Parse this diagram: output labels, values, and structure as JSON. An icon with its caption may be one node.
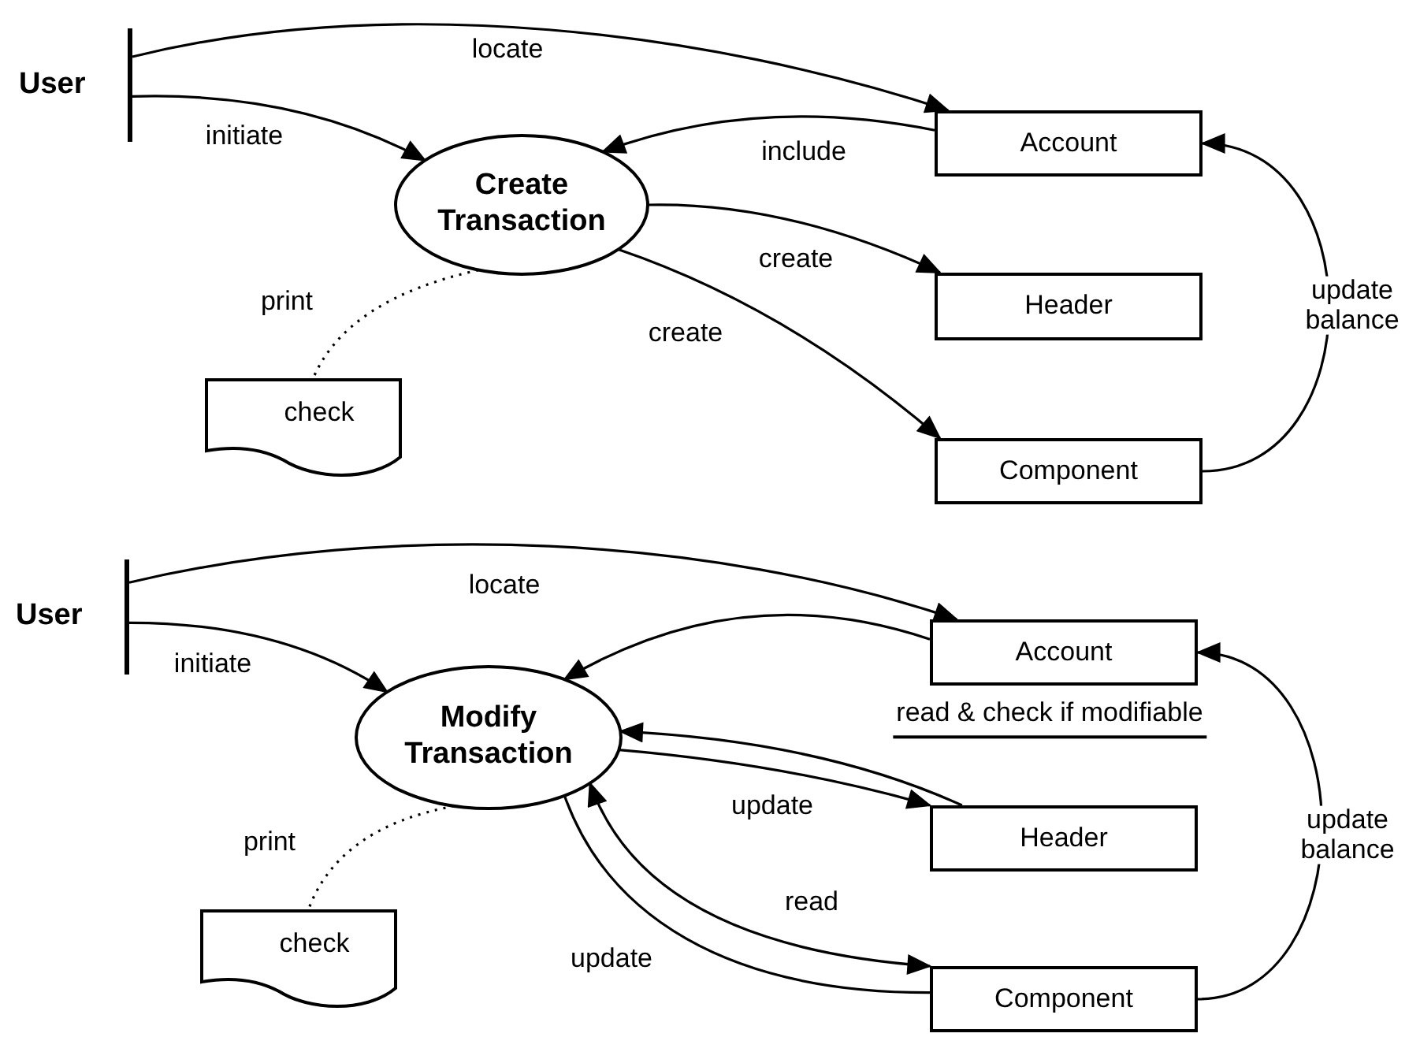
{
  "diagram": {
    "nodes": [
      {
        "text": [
          "User"
        ]
      },
      {
        "text": [
          "Create Transaction"
        ]
      },
      {
        "text": [
          "Account"
        ]
      },
      {
        "text": [
          "Header"
        ]
      },
      {
        "text": [
          "Component"
        ]
      },
      {
        "text": [
          "check"
        ]
      },
      {
        "text": [
          "User"
        ]
      },
      {
        "text": [
          "Modify Transaction"
        ]
      },
      {
        "text": [
          "Account"
        ]
      },
      {
        "text": [
          "Header"
        ]
      },
      {
        "text": [
          "Component"
        ]
      },
      {
        "text": [
          "check"
        ]
      }
    ],
    "edges": [
      {
        "from": 0,
        "to": 2,
        "arrow": "to",
        "label": "locate"
      },
      {
        "from": 0,
        "to": 1,
        "arrow": "to",
        "label": "initiate"
      },
      {
        "from": 2,
        "to": 1,
        "arrow": "to",
        "label": "include"
      },
      {
        "from": 1,
        "to": 3,
        "arrow": "to",
        "label": "create"
      },
      {
        "from": 1,
        "to": 4,
        "arrow": "to",
        "label": "create"
      },
      {
        "from": 4,
        "to": 2,
        "arrow": "to",
        "label": "update balance"
      },
      {
        "from": 1,
        "to": 5,
        "arrow": "none",
        "label": "print",
        "style": "dashed"
      },
      {
        "from": 6,
        "to": 8,
        "arrow": "to",
        "label": "locate"
      },
      {
        "from": 6,
        "to": 7,
        "arrow": "to",
        "label": "initiate"
      },
      {
        "from": 8,
        "to": 7,
        "arrow": "to"
      },
      {
        "from": 9,
        "to": 7,
        "arrow": "to",
        "label": "read & check if modifiable"
      },
      {
        "from": 7,
        "to": 9,
        "arrow": "to",
        "label": "update"
      },
      {
        "from": 10,
        "to": 7,
        "arrow": "both",
        "label": "read"
      },
      {
        "from": 7,
        "to": 10,
        "arrow": "none",
        "label": "update"
      },
      {
        "from": 10,
        "to": 8,
        "arrow": "to",
        "label": "update balance"
      },
      {
        "from": 7,
        "to": 11,
        "arrow": "none",
        "label": "print",
        "style": "dashed"
      }
    ]
  }
}
